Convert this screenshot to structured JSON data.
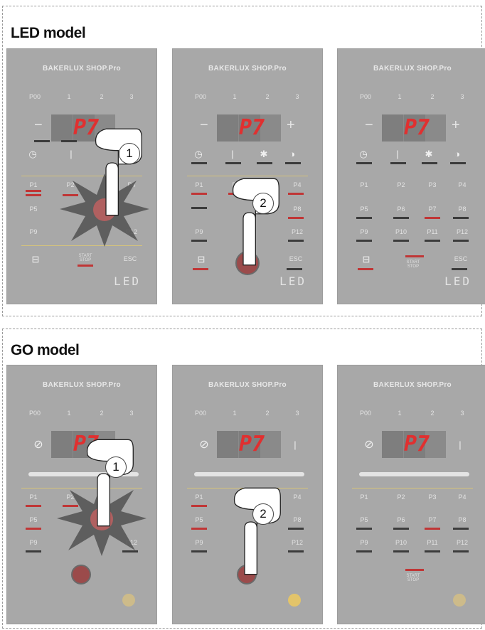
{
  "sections": [
    {
      "title": "LED model",
      "brand": "BAKERLUX SHOP.Pro",
      "zones": [
        "P00",
        "1",
        "2",
        "3"
      ],
      "display": "P7",
      "programs": [
        "P1",
        "P2",
        "P3",
        "P4",
        "P5",
        "P6",
        "P7",
        "P8",
        "P9",
        "P10",
        "P11",
        "P12"
      ],
      "start_stop": "START STOP",
      "esc": "ESC",
      "logo": "LED",
      "steps": [
        "1",
        "2"
      ]
    },
    {
      "title": "GO model",
      "brand": "BAKERLUX SHOP.Pro",
      "zones": [
        "P00",
        "1",
        "2",
        "3"
      ],
      "display": "P7",
      "programs": [
        "P1",
        "P2",
        "P3",
        "P4",
        "P5",
        "P6",
        "P7",
        "P8",
        "P9",
        "P10",
        "P11",
        "P12"
      ],
      "start_stop": "START STOP",
      "steps": [
        "1",
        "2"
      ]
    }
  ],
  "colors": {
    "panel": "#a8a8a8",
    "accent_red": "#c03636",
    "display_digits": "#e03030",
    "go_logo": "#e3c46a"
  },
  "icons": [
    "timer-icon",
    "steam-icon",
    "fan-icon",
    "light-icon",
    "power-icon",
    "pointing-hand-icon",
    "starburst-press-icon"
  ]
}
